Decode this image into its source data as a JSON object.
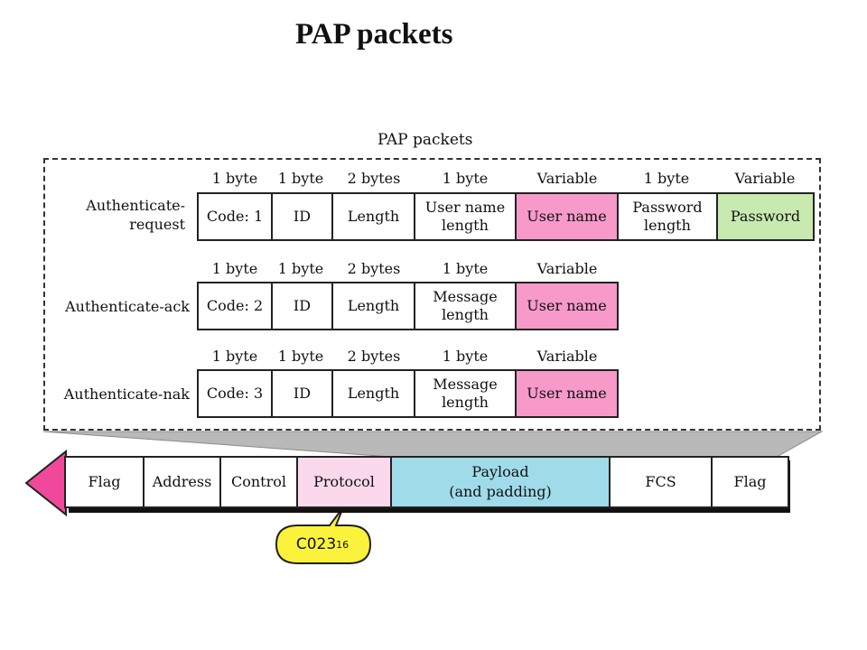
{
  "title": "PAP packets",
  "box_title": "PAP packets",
  "colors": {
    "user_name_fill": "#f799c9",
    "password_fill": "#c8eab1",
    "protocol_fill": "#fbd8ec",
    "payload_fill": "#a0dbe9",
    "callout_fill": "#fbf33b",
    "arrow_fill": "#f0499b"
  },
  "packets": [
    {
      "label": "Authenticate-\nrequest",
      "sizes": [
        "1 byte",
        "1 byte",
        "2 bytes",
        "1 byte",
        "Variable",
        "1 byte",
        "Variable"
      ],
      "fields": [
        "Code: 1",
        "ID",
        "Length",
        "User name\nlength",
        "User name",
        "Password\nlength",
        "Password"
      ]
    },
    {
      "label": "Authenticate-ack",
      "sizes": [
        "1 byte",
        "1 byte",
        "2 bytes",
        "1 byte",
        "Variable"
      ],
      "fields": [
        "Code: 2",
        "ID",
        "Length",
        "Message\nlength",
        "User name"
      ]
    },
    {
      "label": "Authenticate-nak",
      "sizes": [
        "1 byte",
        "1 byte",
        "2 bytes",
        "1 byte",
        "Variable"
      ],
      "fields": [
        "Code: 3",
        "ID",
        "Length",
        "Message\nlength",
        "User name"
      ]
    }
  ],
  "frame": {
    "fields": [
      "Flag",
      "Address",
      "Control",
      "Protocol",
      "Payload\n(and padding)",
      "FCS",
      "Flag"
    ]
  },
  "protocol_value": {
    "base": "C023",
    "subscript": "16"
  }
}
